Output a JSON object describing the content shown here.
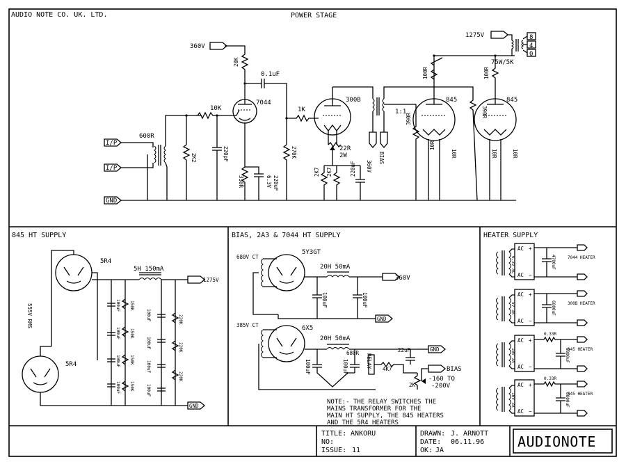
{
  "company": "AUDIO NOTE CO. UK. LTD.",
  "sections": {
    "power_stage": "POWER STAGE",
    "ht_845": "845 HT SUPPLY",
    "bias_ht": "BIAS, 2A3 & 7044 HT SUPPLY",
    "heater": "HEATER SUPPLY"
  },
  "power_stage": {
    "in_pos": "I/P",
    "in_neg": "I/P",
    "gnd": "GND",
    "v_360": "360V",
    "v_1275": "1275V",
    "t600": "600R",
    "r2k2": "2K2",
    "c220p": "220pF",
    "r10k": "10K",
    "tube_7044": "7044",
    "r20k": "20K",
    "c01": "0.1uF",
    "r330": "330R",
    "c220u": "220uF",
    "c63v": "6.3V",
    "r270k": "270K",
    "r1k": "1K",
    "tube_300b": "300B",
    "r22": "22R",
    "r22w": "2W",
    "r2k7a": "2K7",
    "r2k7b": "2K7",
    "c220u2": "220uF",
    "t360v": "360V",
    "bias": "BIAS",
    "ratio": "1:1",
    "r100a": "100R",
    "r100b": "100R",
    "tube_845a": "845",
    "tube_845b": "845",
    "r390a": "390R",
    "r390b": "390R",
    "r10a": "10R",
    "r10b": "10R",
    "r10c": "10R",
    "r10d": "10R",
    "out_8": "8",
    "out_4": "4",
    "out_0": "0",
    "ot": "75W/5K"
  },
  "ht845": {
    "rect_a": "5R4",
    "rect_b": "5R4",
    "tr": "555V RMS",
    "choke": "5H 150mA",
    "out": "1275V",
    "gnd": "GND",
    "caps": [
      "100uF",
      "100uF",
      "100uF",
      "100uF"
    ],
    "caps2": [
      "100uF",
      "100uF",
      "100uF",
      "100uF"
    ],
    "res": [
      "150K",
      "150K",
      "150K",
      "150K"
    ],
    "res2": [
      "220K",
      "220K",
      "220K"
    ]
  },
  "bias": {
    "rect_a": "5Y3GT",
    "rect_b": "6X5",
    "ct_a": "680V CT",
    "ct_b": "385V CT",
    "choke_a": "20H 50mA",
    "choke_b": "20H 50mA",
    "out_a": "360V",
    "gnd_a": "GND",
    "cap_a1": "100uF",
    "cap_a2": "100uF",
    "cap_b1": "100uF",
    "cap_b2": "100uF",
    "relay": "RELAY",
    "r4k7": "4K7",
    "c22": "22uF",
    "r2k": "2K",
    "gnd_b": "GND",
    "bias_out": "BIAS",
    "bias_range": "-160 TO",
    "bias_range2": "-200V",
    "r680": "680R"
  },
  "heater": {
    "ac": "AC",
    "rows": [
      {
        "tr": "6.3V AC",
        "cap": "4700uF",
        "label": "7044 HEATER"
      },
      {
        "tr": "5V 3A",
        "cap": "6800uF",
        "label": "300B HEATER"
      },
      {
        "tr": "10V 3A",
        "cap": "6800uF",
        "label": "845 HEATER",
        "res": "0.33R"
      },
      {
        "tr": "10V 3A",
        "cap": "6800uF",
        "label": "845 HEATER",
        "res": "0.33R"
      }
    ]
  },
  "note": {
    "l1": "NOTE:- THE RELAY SWITCHES THE",
    "l2": "MAINS TRANSFORMER FOR THE",
    "l3": "MAIN HT SUPPLY, THE 845 HEATERS",
    "l4": "AND THE 5R4 HEATERS"
  },
  "title_block": {
    "title_lbl": "TITLE:",
    "title_val": "ANKORU",
    "no_lbl": "NO:",
    "no_val": "",
    "issue_lbl": "ISSUE:",
    "issue_val": "11",
    "drawn_lbl": "DRAWN:",
    "drawn_val": "J. ARNOTT",
    "date_lbl": "DATE:",
    "date_val": "06.11.96",
    "ok_lbl": "OK:",
    "ok_val": "JA",
    "logo": "AUDIONOTE"
  }
}
